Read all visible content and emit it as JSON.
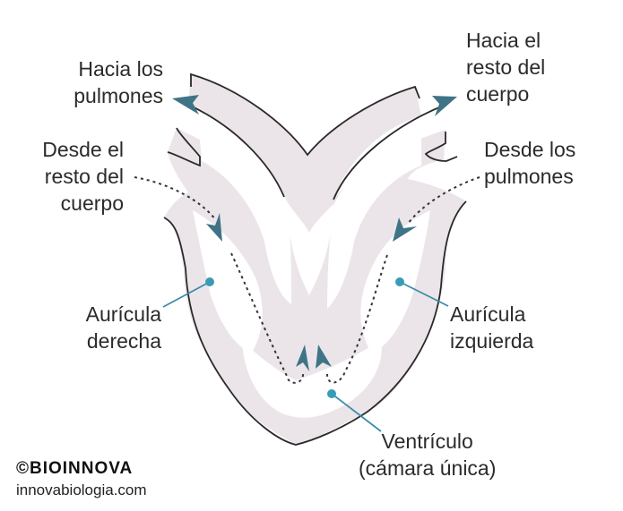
{
  "labels": {
    "to_lungs": [
      "Hacia los",
      "pulmones"
    ],
    "to_body": [
      "Hacia el",
      "resto del",
      "cuerpo"
    ],
    "from_body": [
      "Desde el",
      "resto del",
      "cuerpo"
    ],
    "from_lungs": [
      "Desde los",
      "pulmones"
    ],
    "right_atrium": [
      "Aurícula",
      "derecha"
    ],
    "left_atrium": [
      "Aurícula",
      "izquierda"
    ],
    "ventricle": [
      "Ventrículo",
      "(cámara única)"
    ]
  },
  "branding": {
    "logo": "©BIOINNOVA",
    "site": "innovabiologia.com"
  },
  "colors": {
    "arrow": "#3f7486",
    "pointer": "#3a9bb5",
    "tissue": "#ebe5ea",
    "outline": "#2a2a2a"
  }
}
